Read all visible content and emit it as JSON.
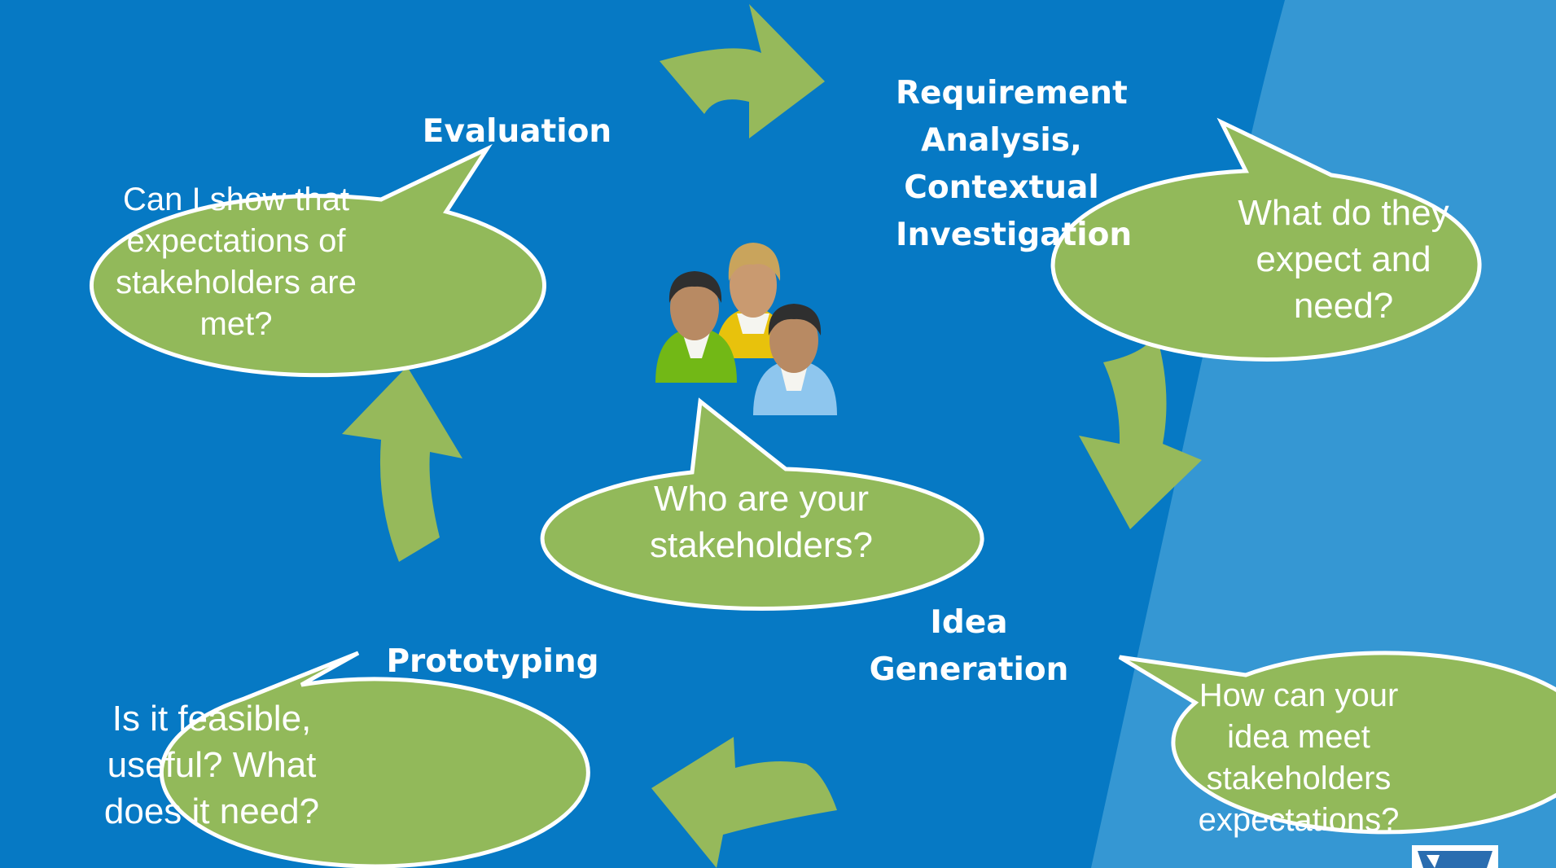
{
  "colors": {
    "background": "#0679c4",
    "background_right": "#3597d3",
    "arrow_fill": "#96b95b",
    "bubble_fill": "#92b95a",
    "bubble_stroke": "#ffffff",
    "text": "#ffffff"
  },
  "stages": {
    "requirement_l1": "Requirement",
    "requirement_l2": "Analysis,",
    "requirement_l3": "Contextual",
    "requirement_l4": "Investigation",
    "idea_l1": "Idea",
    "idea_l2": "Generation",
    "prototyping": "Prototyping",
    "evaluation": "Evaluation"
  },
  "bubbles": {
    "evaluation_q": [
      "Can I show that",
      "expectations of",
      "stakeholders are",
      "met?"
    ],
    "requirement_q": [
      "What do they",
      "expect and",
      "need?"
    ],
    "center_q": [
      "Who are your",
      "stakeholders?"
    ],
    "idea_q": [
      "How can your",
      "idea meet",
      "stakeholders",
      "expectations?"
    ],
    "prototyping_q": [
      "Is it feasible,",
      "useful? What",
      "does it need?"
    ]
  },
  "center_icon": "stakeholders-group-icon",
  "corner_icon": "logo-icon"
}
